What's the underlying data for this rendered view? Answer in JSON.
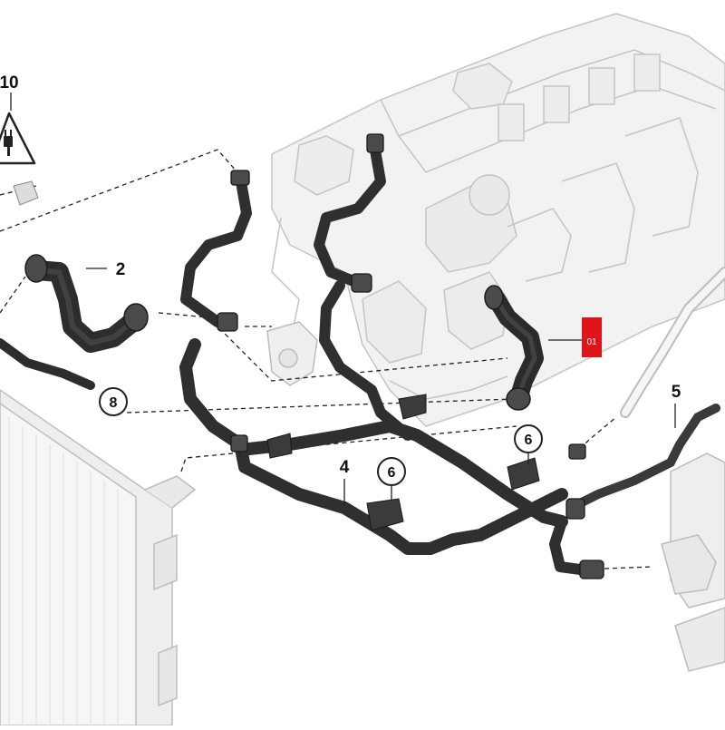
{
  "diagram": {
    "callouts": {
      "part_10": "10",
      "part_2": "2",
      "part_4": "4",
      "part_5": "5",
      "part_8": "8",
      "part_6a": "6",
      "part_6b": "6",
      "highlight": "01"
    },
    "icons": {
      "warning": "warning-triangle-icon",
      "plug": "electrical-plug-icon"
    },
    "colors": {
      "highlight_box": "#e0141b",
      "hose": "#2f2f2f",
      "engine_line": "#bdbdbd",
      "engine_fill": "#f1f1f1",
      "leader": "#222222"
    }
  }
}
